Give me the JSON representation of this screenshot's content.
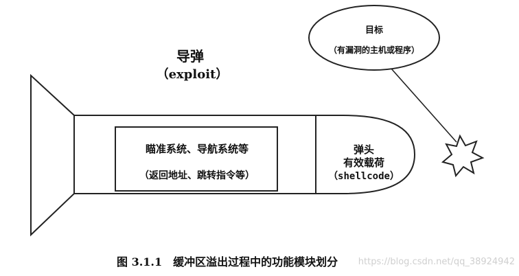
{
  "missile": {
    "title": "导弹",
    "subtitle": "（exploit）"
  },
  "guidance": {
    "line1": "瞄准系统、导航系统等",
    "line2": "（返回地址、跳转指令等）"
  },
  "warhead": {
    "line1": "弹头",
    "line2": "有效载荷",
    "line3": "（shellcode）"
  },
  "target": {
    "line1": "目标",
    "line2": "（有漏洞的主机或程序）"
  },
  "caption": "图 3.1.1　缓冲区溢出过程中的功能模块划分",
  "watermark": "https://blog.csdn.net/qq_38924942",
  "colors": {
    "stroke": "#222222",
    "background": "#ffffff"
  }
}
